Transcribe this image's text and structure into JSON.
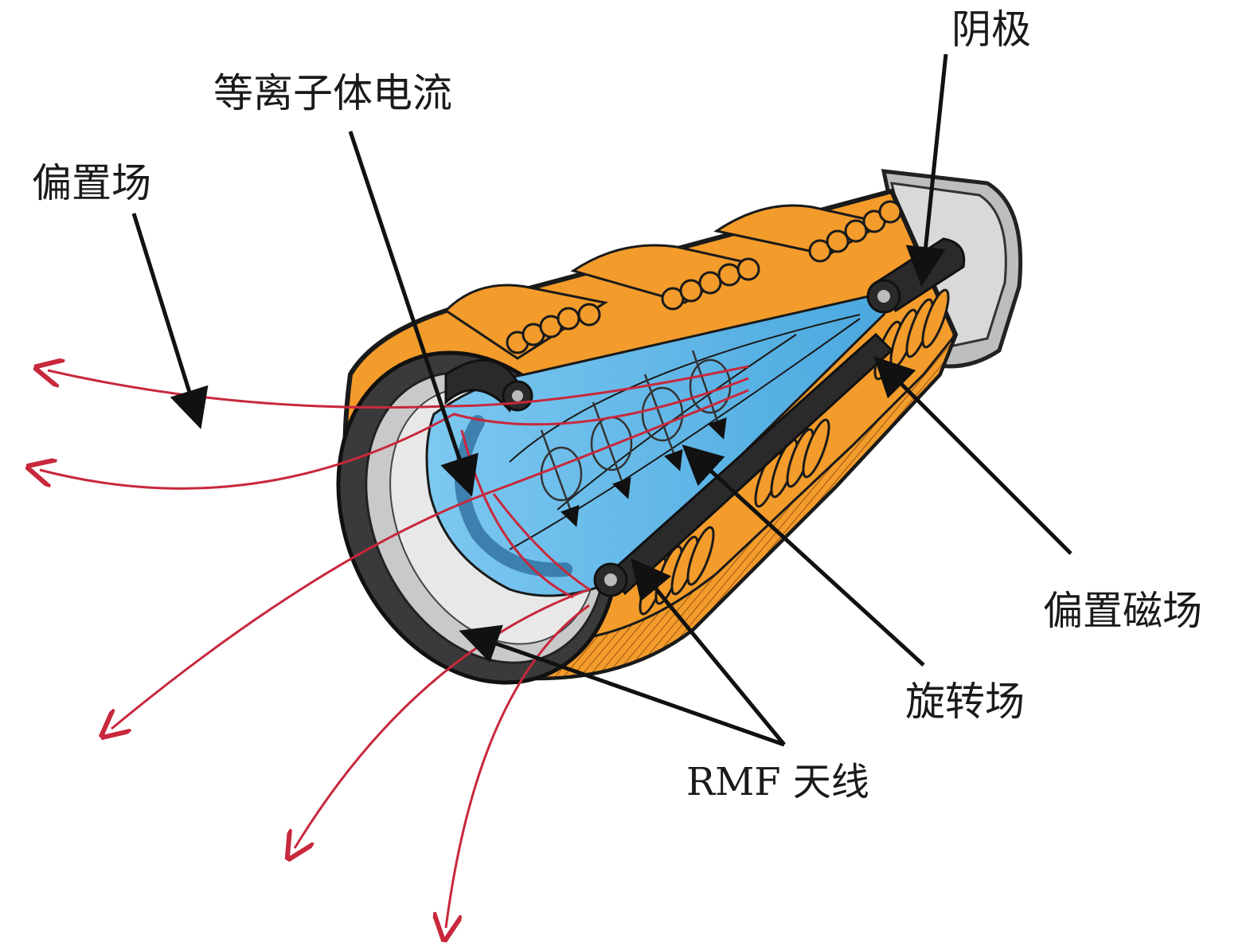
{
  "labels": {
    "cathode": "阴极",
    "plasma_current": "等离子体电流",
    "bias_field": "偏置场",
    "bias_magnetic_field": "偏置磁场",
    "rotating_field": "旋转场",
    "rmf_antenna": "RMF 天线"
  },
  "colors": {
    "coil": "#f39c2b",
    "coil_dark": "#b8661a",
    "plasma": "#5fb8e8",
    "plasma_dark": "#2f7fb6",
    "field_line": "#c8283c",
    "casing": "#3a3a3a",
    "wall": "#c9c9c9",
    "pointer": "#111111"
  }
}
